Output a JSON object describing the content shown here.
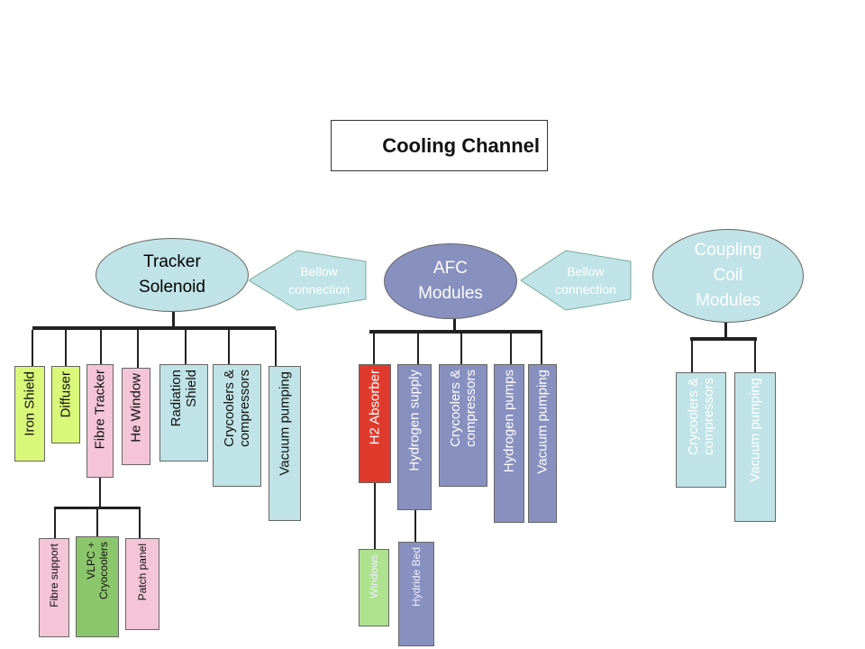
{
  "title": "Cooling Channel",
  "tracker": {
    "label": "Tracker\nSolenoid"
  },
  "afc": {
    "label": "AFC\nModules"
  },
  "coupling": {
    "label": "Coupling\nCoil\nModules"
  },
  "bellow_left": {
    "label": "Bellow\nconnection"
  },
  "bellow_right": {
    "label": "Bellow\nconnection"
  },
  "tracker_children": [
    "Iron Shield",
    "Diffuser",
    "Fibre Tracker",
    "He Window",
    "Radiation\nShield",
    "Crycoolers &\ncompressors",
    "Vacuum pumping"
  ],
  "fibre_children": [
    "Fibre support",
    "VLPC +\nCryocoolers",
    "Patch panel"
  ],
  "afc_children": [
    "H2 Absorber",
    "Hydrogen supply",
    "Crycoolers &\ncompressors",
    "Hydrogen pumps",
    "Vacuum pumping"
  ],
  "h2_children": [
    "Windows"
  ],
  "hydrogen_children": [
    "Hydride Bed"
  ],
  "coupling_children": [
    "Crycoolers &\ncompressors",
    "Vacuum pumping"
  ],
  "colors": {
    "light_blue": "#bfe3e6",
    "yellow_green": "#d9f779",
    "pink": "#f4c5d6",
    "slate": "#8790bf",
    "red": "#e03a2c",
    "green": "#8cc66c",
    "light_green": "#aee28e"
  }
}
